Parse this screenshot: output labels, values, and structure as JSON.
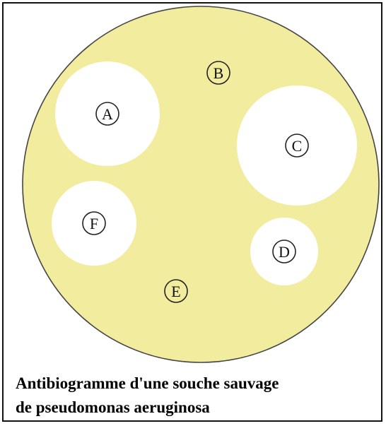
{
  "figure": {
    "plate_color": "#f2ec9e",
    "zone_color": "#ffffff",
    "discs": [
      {
        "label": "A",
        "zone": true
      },
      {
        "label": "B",
        "zone": false
      },
      {
        "label": "C",
        "zone": true
      },
      {
        "label": "D",
        "zone": true
      },
      {
        "label": "E",
        "zone": false
      },
      {
        "label": "F",
        "zone": true
      }
    ]
  },
  "caption": {
    "line1": "Antibiogramme d'une souche sauvage",
    "line2": "de pseudomonas aeruginosa"
  }
}
